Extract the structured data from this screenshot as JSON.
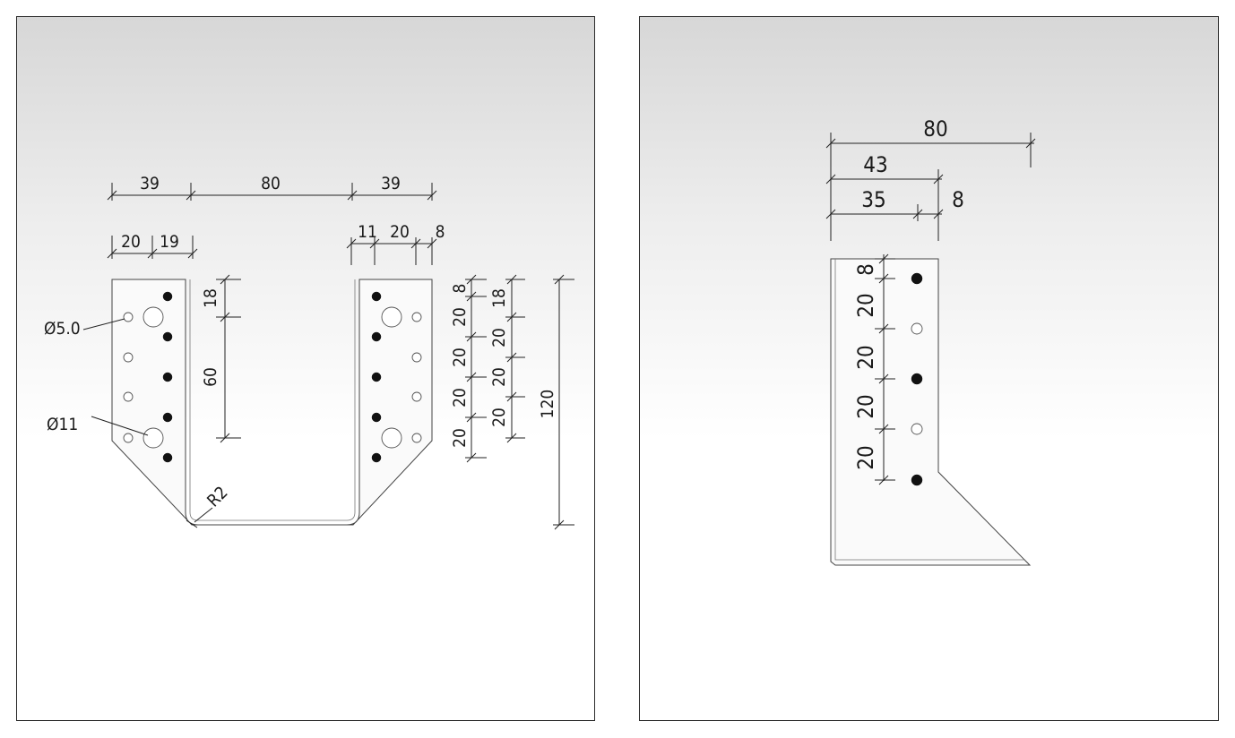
{
  "left_view": {
    "top_dims": [
      "39",
      "80",
      "39"
    ],
    "left_sub_dims": [
      "20",
      "19"
    ],
    "right_sub_dims": [
      "11",
      "20",
      "8"
    ],
    "inner_vert_dims": [
      "18",
      "60"
    ],
    "right_chain_a": [
      "8",
      "20",
      "20",
      "20",
      "20"
    ],
    "right_chain_b": [
      "18",
      "20",
      "20",
      "20"
    ],
    "overall_height": "120",
    "small_hole_label": "Ø5.0",
    "large_hole_label": "Ø11",
    "bend_radius_label": "R2"
  },
  "right_view": {
    "width_dim": "80",
    "mid_dim": "43",
    "inner_dim": "35",
    "thickness_dim": "8",
    "vert_chain": [
      "8",
      "20",
      "20",
      "20",
      "20"
    ]
  }
}
